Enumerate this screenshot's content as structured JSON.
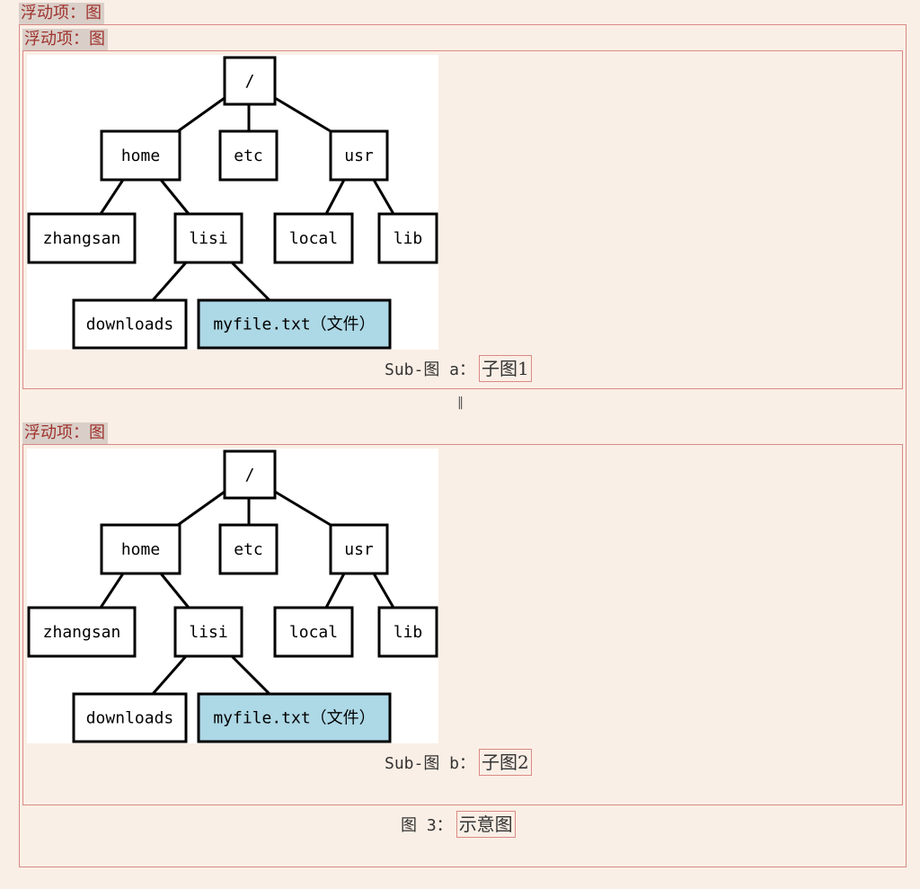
{
  "outer": {
    "tag": "浮动项：图",
    "caption": {
      "prefix": "图 3：",
      "ref": "示意图"
    }
  },
  "sub_a": {
    "tag": "浮动项：图",
    "caption": {
      "prefix": "Sub-图 a：",
      "ref": "子图1"
    }
  },
  "separator": "‖",
  "sub_b": {
    "tag": "浮动项：图",
    "caption": {
      "prefix": "Sub-图 b：",
      "ref": "子图2"
    }
  },
  "tree": {
    "nodes": [
      {
        "id": "root",
        "label": "/",
        "highlight": false
      },
      {
        "id": "home",
        "label": "home",
        "highlight": false
      },
      {
        "id": "etc",
        "label": "etc",
        "highlight": false
      },
      {
        "id": "usr",
        "label": "usr",
        "highlight": false
      },
      {
        "id": "zhangsan",
        "label": "zhangsan",
        "highlight": false
      },
      {
        "id": "lisi",
        "label": "lisi",
        "highlight": false
      },
      {
        "id": "local",
        "label": "local",
        "highlight": false
      },
      {
        "id": "lib",
        "label": "lib",
        "highlight": false
      },
      {
        "id": "downloads",
        "label": "downloads",
        "highlight": false
      },
      {
        "id": "myfile",
        "label": "myfile.txt（文件）",
        "highlight": true
      }
    ],
    "edges": [
      [
        "root",
        "home"
      ],
      [
        "root",
        "etc"
      ],
      [
        "root",
        "usr"
      ],
      [
        "home",
        "zhangsan"
      ],
      [
        "home",
        "lisi"
      ],
      [
        "usr",
        "local"
      ],
      [
        "usr",
        "lib"
      ],
      [
        "lisi",
        "downloads"
      ],
      [
        "lisi",
        "myfile"
      ]
    ],
    "highlight_color": "#add8e6"
  }
}
